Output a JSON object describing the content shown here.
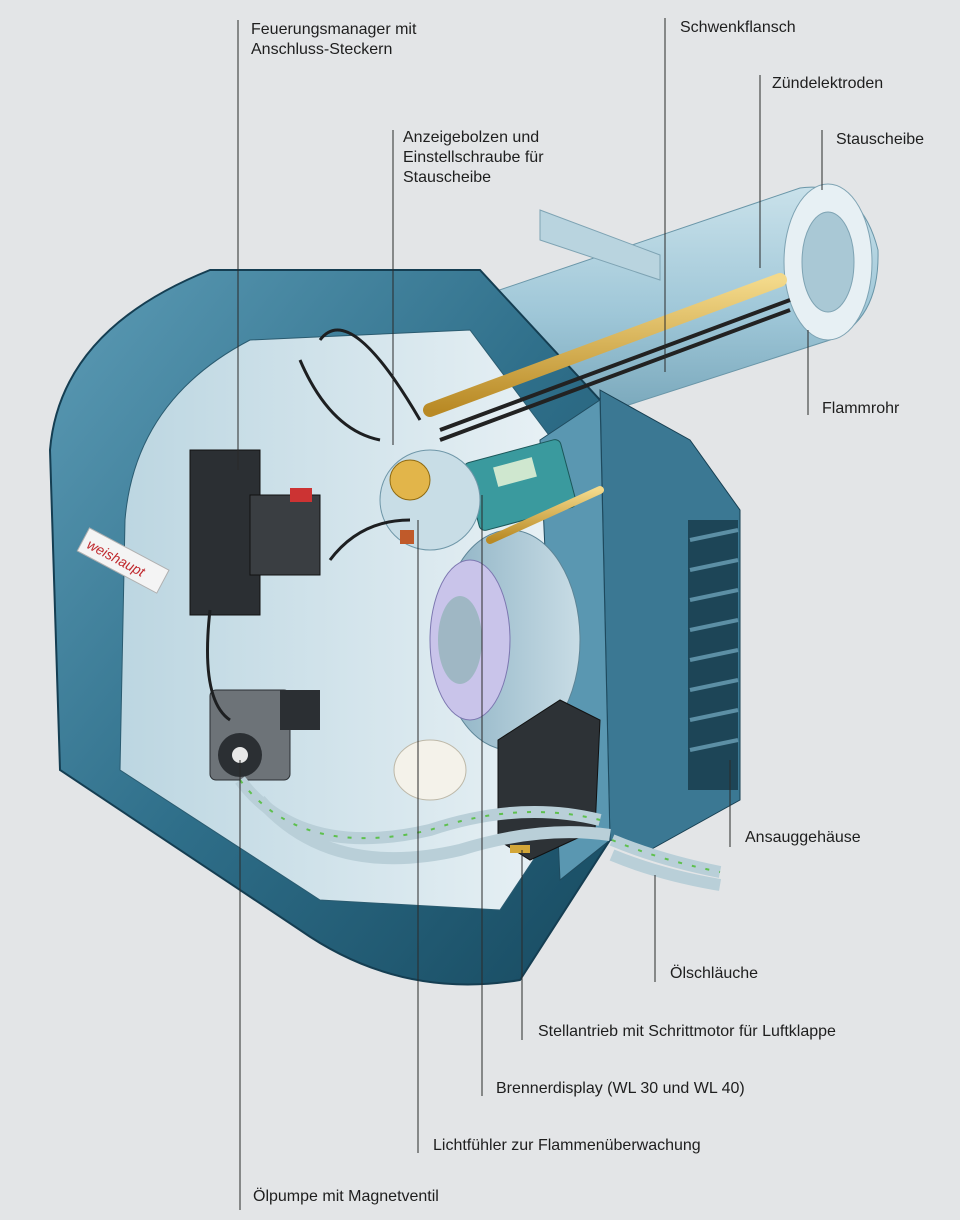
{
  "brand": "weishaupt",
  "colors": {
    "background": "#e3e5e7",
    "housing": "#2f6f8a",
    "housing_dark": "#174a60",
    "housing_light": "#4f92ad",
    "tube": "#9fc7d8",
    "brass": "#d8b04a",
    "leader": "#2a2a2a"
  },
  "labels": {
    "feuerungsmanager": "Feuerungsmanager mit\nAnschluss-Steckern",
    "anzeigebolzen": "Anzeigebolzen und\nEinstellschraube für\nStauscheibe",
    "schwenkflansch": "Schwenkflansch",
    "zuendelektroden": "Zündelektroden",
    "stauscheibe": "Stauscheibe",
    "flammrohr": "Flammrohr",
    "ansauggehaeuse": "Ansauggehäuse",
    "oelschlaeuche": "Ölschläuche",
    "stellantrieb": "Stellantrieb mit Schrittmotor für Luftklappe",
    "brennerdisplay": "Brennerdisplay (WL 30 und WL 40)",
    "lichtfuehler": "Lichtfühler zur Flammenüberwachung",
    "oelpumpe": "Ölpumpe mit Magnetventil"
  }
}
